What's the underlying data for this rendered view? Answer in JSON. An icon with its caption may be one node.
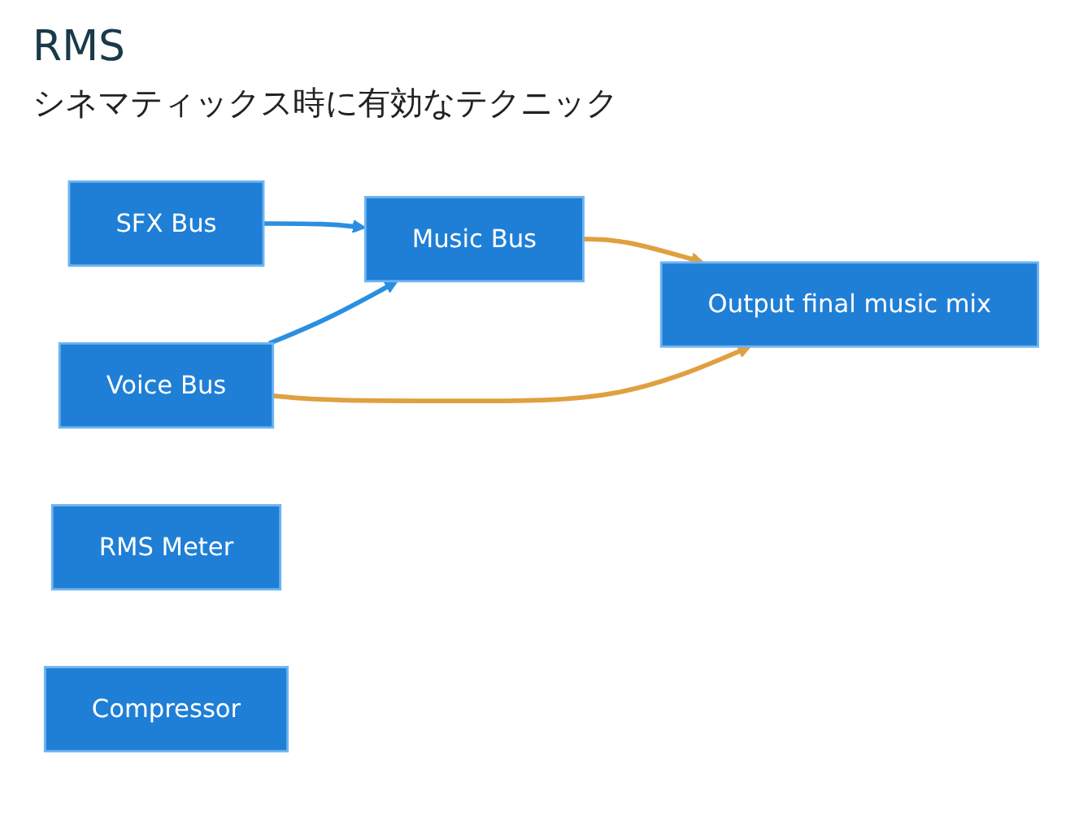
{
  "diagram": {
    "title": "RMS",
    "nodes": [
      {
        "text": [
          "SFX Bus"
        ]
      },
      {
        "text": [
          "Voice Bus"
        ]
      },
      {
        "text": [
          "Music Bus"
        ]
      },
      {
        "text": [
          "RMS Meter"
        ]
      },
      {
        "text": [
          "Compressor"
        ]
      },
      {
        "text": [
          "Output final music mix"
        ]
      }
    ],
    "edges": [
      {
        "from": 0,
        "to": 2,
        "arrow": "to",
        "color": "#2a8fe0"
      },
      {
        "from": 1,
        "to": 2,
        "arrow": "to",
        "color": "#2a8fe0"
      },
      {
        "from": 1,
        "to": 5,
        "arrow": "to",
        "color": "#e0a040"
      },
      {
        "from": 2,
        "to": 5,
        "arrow": "to",
        "color": "#e0a040"
      }
    ],
    "labels": [
      "シネマティックス時に有効なテクニック"
    ]
  }
}
